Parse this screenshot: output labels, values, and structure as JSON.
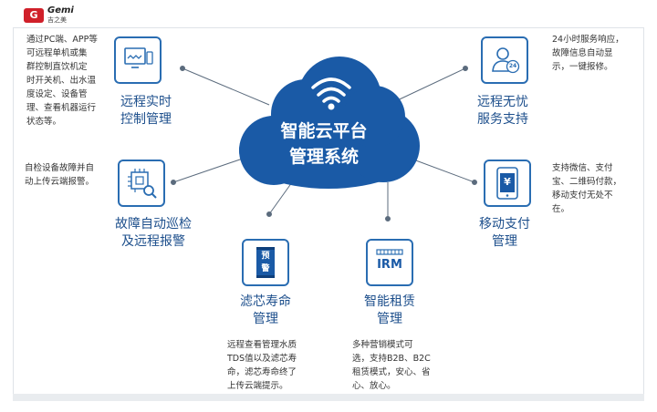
{
  "brand": {
    "logo_text": "Gemi",
    "logo_sub": "吉之美"
  },
  "cloud": {
    "title_line1": "智能云平台",
    "title_line2": "管理系统"
  },
  "nodes": {
    "remote_control": {
      "label": [
        "远程实时",
        "控制管理"
      ],
      "desc": [
        "通过PC端、APP等",
        "可远程单机或集",
        "群控制直饮机定",
        "时开关机、出水温",
        "度设定、设备管",
        "理、查看机器运行",
        "状态等。"
      ]
    },
    "fault_patrol": {
      "label": [
        "故障自动巡检",
        "及远程报警"
      ],
      "desc": [
        "自检设备故障并自",
        "动上传云端报警。"
      ]
    },
    "filter_life": {
      "label": [
        "滤芯寿命",
        "管理"
      ],
      "icon_chars": [
        "预",
        "警"
      ],
      "desc": [
        "远程查看管理水质",
        "TDS值以及滤芯寿",
        "命，滤芯寿命终了",
        "上传云端提示。"
      ]
    },
    "smart_lease": {
      "label": [
        "智能租赁",
        "管理"
      ],
      "icon_text": "IRM",
      "desc": [
        "多种营销模式可",
        "选，支持B2B、B2C",
        "租赁模式，安心、省",
        "心、放心。"
      ]
    },
    "worry_free": {
      "label": [
        "远程无忧",
        "服务支持"
      ],
      "icon_badge": "24",
      "desc": [
        "24小时服务响应，",
        "故障信息自动显",
        "示，一键报修。"
      ]
    },
    "mobile_pay": {
      "label": [
        "移动支付",
        "管理"
      ],
      "icon_symbol": "¥",
      "desc": [
        "支持微信、支付",
        "宝、二维码付款，",
        "移动支付无处不",
        "在。"
      ]
    }
  },
  "colors": {
    "primary": "#1a5aa6",
    "accent": "#2a6db2",
    "label": "#1d4f8c",
    "brand_red": "#d0202a"
  }
}
